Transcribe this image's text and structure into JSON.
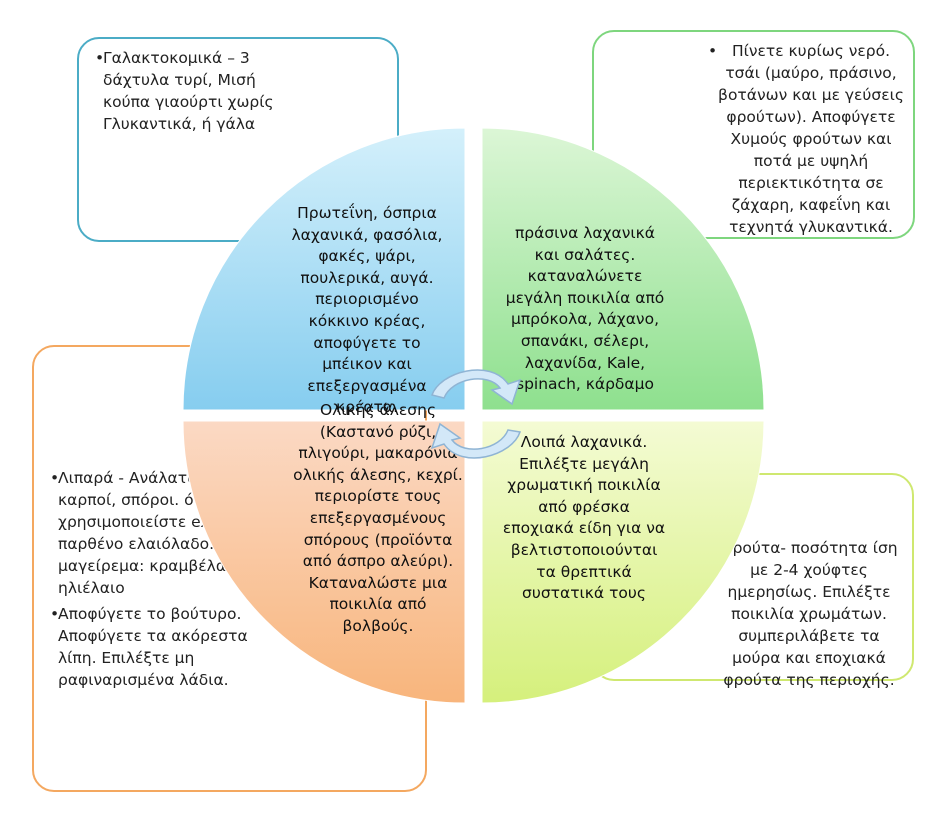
{
  "boxes": {
    "top_left": {
      "text": "Γαλακτοκομικά – 3 δάχτυλα τυρί, Μισή κούπα γιαούρτι χωρίς Γλυκαντικά, ή γάλα",
      "border_color": "#4bacc6"
    },
    "top_right": {
      "text": "Πίνετε κυρίως νερό. τσάι (μαύρο, πράσινο, βοτάνων και με γεύσεις φρούτων). Αποφύγετε Χυμούς φρούτων και ποτά με υψηλή περιεκτικότητα σε ζάχαρη, καφεΐνη και τεχνητά γλυκαντικά.",
      "border_color": "#7ed67e"
    },
    "bottom_left": {
      "items": [
        "Λιπαρά - Ανάλατοι καρποί, σπόροι. όταν χρησιμοποιείστε extra παρθένο ελαιόλαδο. στο μαγείρεμα: κραμβέλαιο, ηλιέλαιο",
        "Αποφύγετε το βούτυρο. Αποφύγετε τα ακόρεστα λίπη. Επιλέξτε μη ραφιναρισμένα λάδια."
      ],
      "border_color": "#f4a860"
    },
    "bottom_right": {
      "text": "Φρούτα- ποσότητα ίση με 2-4 χούφτες ημερησίως. Επιλέξτε ποικιλία χρωμάτων. συμπεριλάβετε τα μούρα και εποχιακά φρούτα της περιοχής.",
      "border_color": "#cfe870"
    }
  },
  "quadrants": {
    "top_left": {
      "text": "Πρωτεΐνη, όσπρια\nλαχανικά, φασόλια,\nφακές, ψάρι,\nπουλερικά, αυγά.\nπεριορισμένο\nκόκκινο κρέας,\nαποφύγετε το\nμπέικον και\nεπεξεργασμένα\nκρέατα.",
      "fill_top": "#d4f0fb",
      "fill_bottom": "#86cdef"
    },
    "top_right": {
      "text": "πράσινα λαχανικά\nκαι σαλάτες.\nκαταναλώνετε\nμεγάλη ποικιλία από\nμπρόκολα, λάχανο,\nσπανάκι, σέλερι,\nλαχανίδα, Kale,\nspinach, κάρδαμο",
      "fill_top": "#dcf6d6",
      "fill_bottom": "#8ee08e"
    },
    "bottom_left": {
      "text": "Ολικής άλεσης\n(Καστανό ρύζι,\nπλιγούρι, μακαρόνια\nολικής άλεσης, κεχρί.\nπεριορίστε τους\nεπεξεργασμένους\nσπόρους (προϊόντα\nαπό άσπρο αλεύρι).\nΚαταναλώστε μια\nποικιλία από\nβολβούς.",
      "fill_top": "#fbd9c4",
      "fill_bottom": "#f8b57c"
    },
    "bottom_right": {
      "text": "Λοιπά λαχανικά.\nΕπιλέξτε μεγάλη\nχρωματική ποικιλία\nαπό φρέσκα\nεποχιακά είδη για να\nβελτιστοποιούνται\nτα θρεπτικά\nσυστατικά τους",
      "fill_top": "#f4fbd4",
      "fill_bottom": "#d5f07c"
    }
  },
  "arrows": {
    "fill": "#d3e8f8",
    "stroke": "#8fb4d4"
  }
}
